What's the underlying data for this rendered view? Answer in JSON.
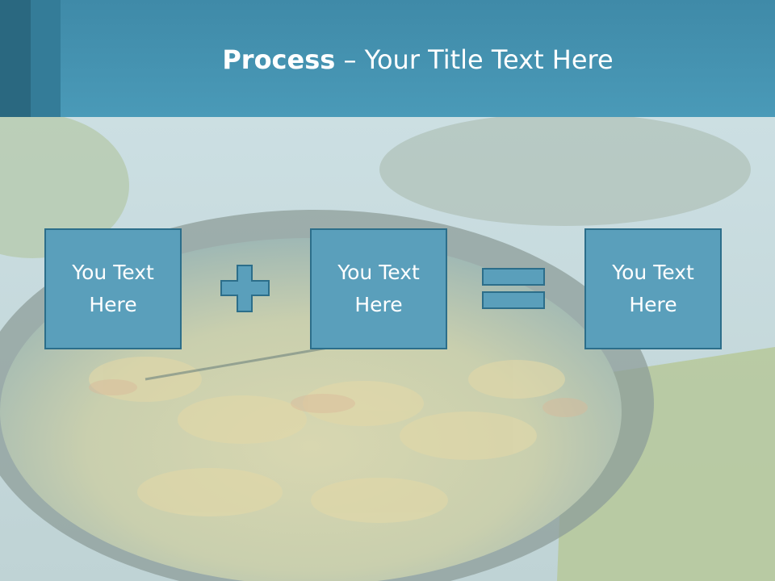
{
  "title": {
    "bold": "Process",
    "rest": " – Your Title Text Here"
  },
  "boxes": [
    {
      "line1": "You Text",
      "line2": "Here"
    },
    {
      "line1": "You Text",
      "line2": "Here"
    },
    {
      "line1": "You Text",
      "line2": "Here"
    }
  ],
  "operators": [
    "plus-icon",
    "equals-icon"
  ],
  "colors": {
    "header": "#4a9ab8",
    "box_fill": "#5a9fbb",
    "box_border": "#2c6e8a",
    "text": "#ffffff"
  }
}
